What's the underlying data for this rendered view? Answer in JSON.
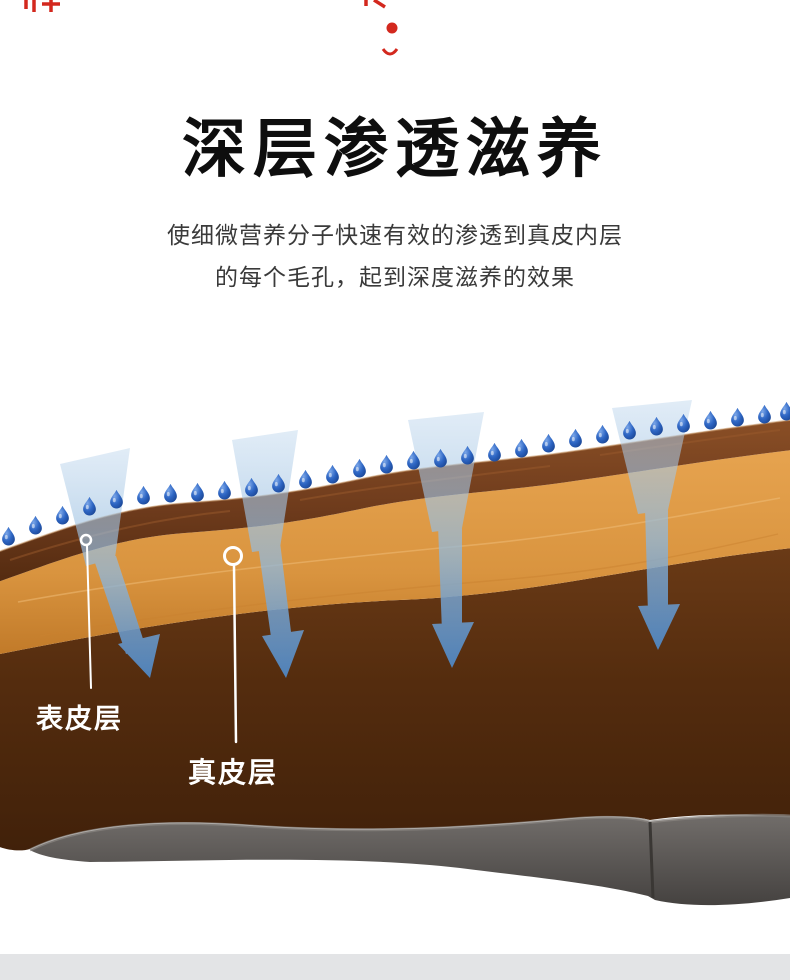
{
  "header": {
    "title": "深层渗透滋养",
    "subtitle_line1": "使细微营养分子快速有效的渗透到真皮内层",
    "subtitle_line2": "的每个毛孔，起到深度滋养的效果",
    "accent_color": "#d3281e"
  },
  "diagram": {
    "labels": [
      {
        "text": "表皮层"
      },
      {
        "text": "真皮层"
      }
    ],
    "colors": {
      "grain_layer": "#6e3b1c",
      "leather_surface": "#d9943f",
      "leather_deep": "#4e2a0e",
      "sole_gray": "#5d5a57",
      "droplet_blue": "#2e66c4",
      "arrow_blue": "#8fb8dd",
      "label_text": "#ffffff"
    }
  },
  "page": {
    "background": "#ffffff",
    "bottom_strip_color": "#e3e4e6"
  }
}
